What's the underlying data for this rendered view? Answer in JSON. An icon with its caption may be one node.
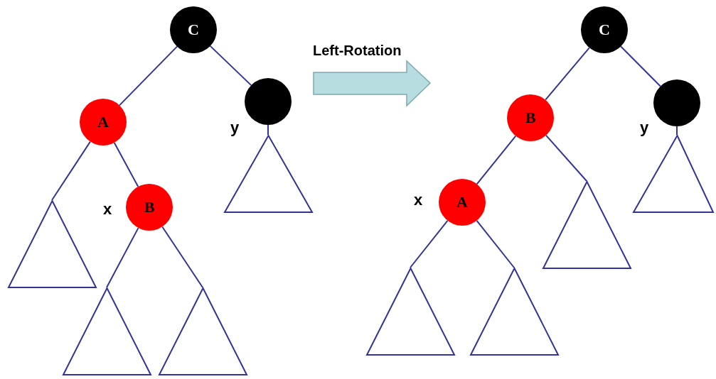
{
  "diagram": {
    "nodes": [
      {
        "text": [
          "C"
        ]
      },
      {
        "text": [
          "A"
        ]
      },
      {
        "text": [],
        "shape": "circle",
        "beside": [
          "y"
        ]
      },
      {
        "text": [
          "B"
        ],
        "beside": [
          "x"
        ]
      },
      {
        "text": [],
        "shape": "triangle"
      },
      {
        "text": [],
        "shape": "triangle"
      },
      {
        "text": [],
        "shape": "triangle"
      },
      {
        "text": [],
        "shape": "triangle"
      },
      {
        "text": [
          "C"
        ]
      },
      {
        "text": [
          "B"
        ]
      },
      {
        "text": [],
        "shape": "circle",
        "beside": [
          "y"
        ]
      },
      {
        "text": [
          "A"
        ],
        "beside": [
          "x"
        ]
      },
      {
        "text": [],
        "shape": "triangle"
      },
      {
        "text": [],
        "shape": "triangle"
      },
      {
        "text": [],
        "shape": "triangle"
      },
      {
        "text": [],
        "shape": "triangle"
      }
    ],
    "edges": [
      {
        "from": 0,
        "to": 1,
        "arrow": "none"
      },
      {
        "from": 0,
        "to": 2,
        "arrow": "none"
      },
      {
        "from": 1,
        "to": 4,
        "arrow": "none"
      },
      {
        "from": 1,
        "to": 3,
        "arrow": "none"
      },
      {
        "from": 3,
        "to": 5,
        "arrow": "none"
      },
      {
        "from": 3,
        "to": 6,
        "arrow": "none"
      },
      {
        "from": 2,
        "to": 7,
        "arrow": "none"
      },
      {
        "from": 8,
        "to": 9,
        "arrow": "none"
      },
      {
        "from": 8,
        "to": 10,
        "arrow": "none"
      },
      {
        "from": 9,
        "to": 11,
        "arrow": "none"
      },
      {
        "from": 9,
        "to": 12,
        "arrow": "none"
      },
      {
        "from": 10,
        "to": 13,
        "arrow": "none"
      },
      {
        "from": 11,
        "to": 14,
        "arrow": "none"
      },
      {
        "from": 11,
        "to": 15,
        "arrow": "none"
      }
    ],
    "labels": [
      "Left-Rotation"
    ]
  }
}
